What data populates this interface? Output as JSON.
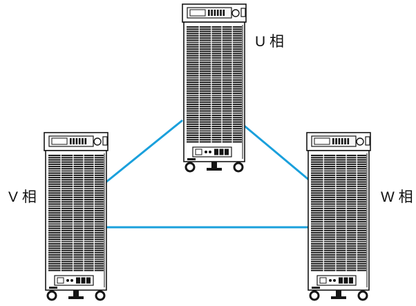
{
  "diagram": {
    "connection_color": "#1aa0dc",
    "units": [
      {
        "id": "u",
        "label": "U 相"
      },
      {
        "id": "v",
        "label": "V 相"
      },
      {
        "id": "w",
        "label": "W 相"
      }
    ]
  }
}
